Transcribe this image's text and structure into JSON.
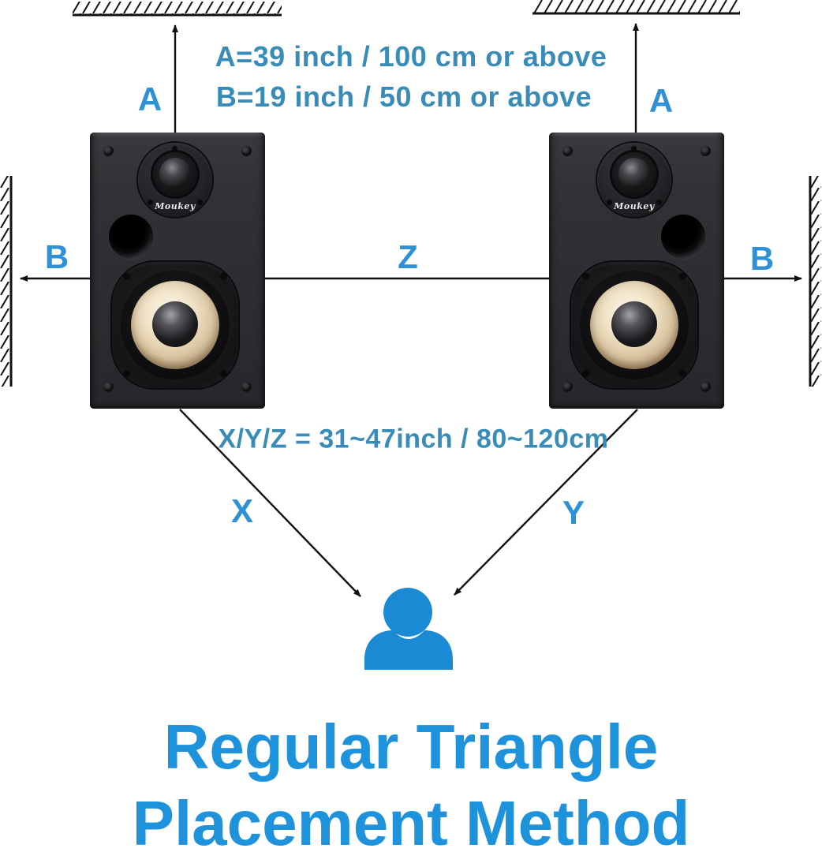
{
  "info": {
    "line1": "A=39 inch / 100 cm or above",
    "line2": "B=19 inch / 50 cm or above",
    "xyz": "X/Y/Z = 31~47inch / 80~120cm"
  },
  "labels": {
    "a_left": "A",
    "a_right": "A",
    "b_left": "B",
    "b_right": "B",
    "z": "Z",
    "x": "X",
    "y": "Y"
  },
  "speaker": {
    "brand": "Moukey"
  },
  "title": {
    "line1": "Regular Triangle",
    "line2": "Placement Method"
  },
  "colors": {
    "label_blue": "#2e91d6",
    "info_teal": "#3a8cb8",
    "title_blue": "#1e93dc",
    "person_blue": "#1b8ad4",
    "line_black": "#111111"
  }
}
